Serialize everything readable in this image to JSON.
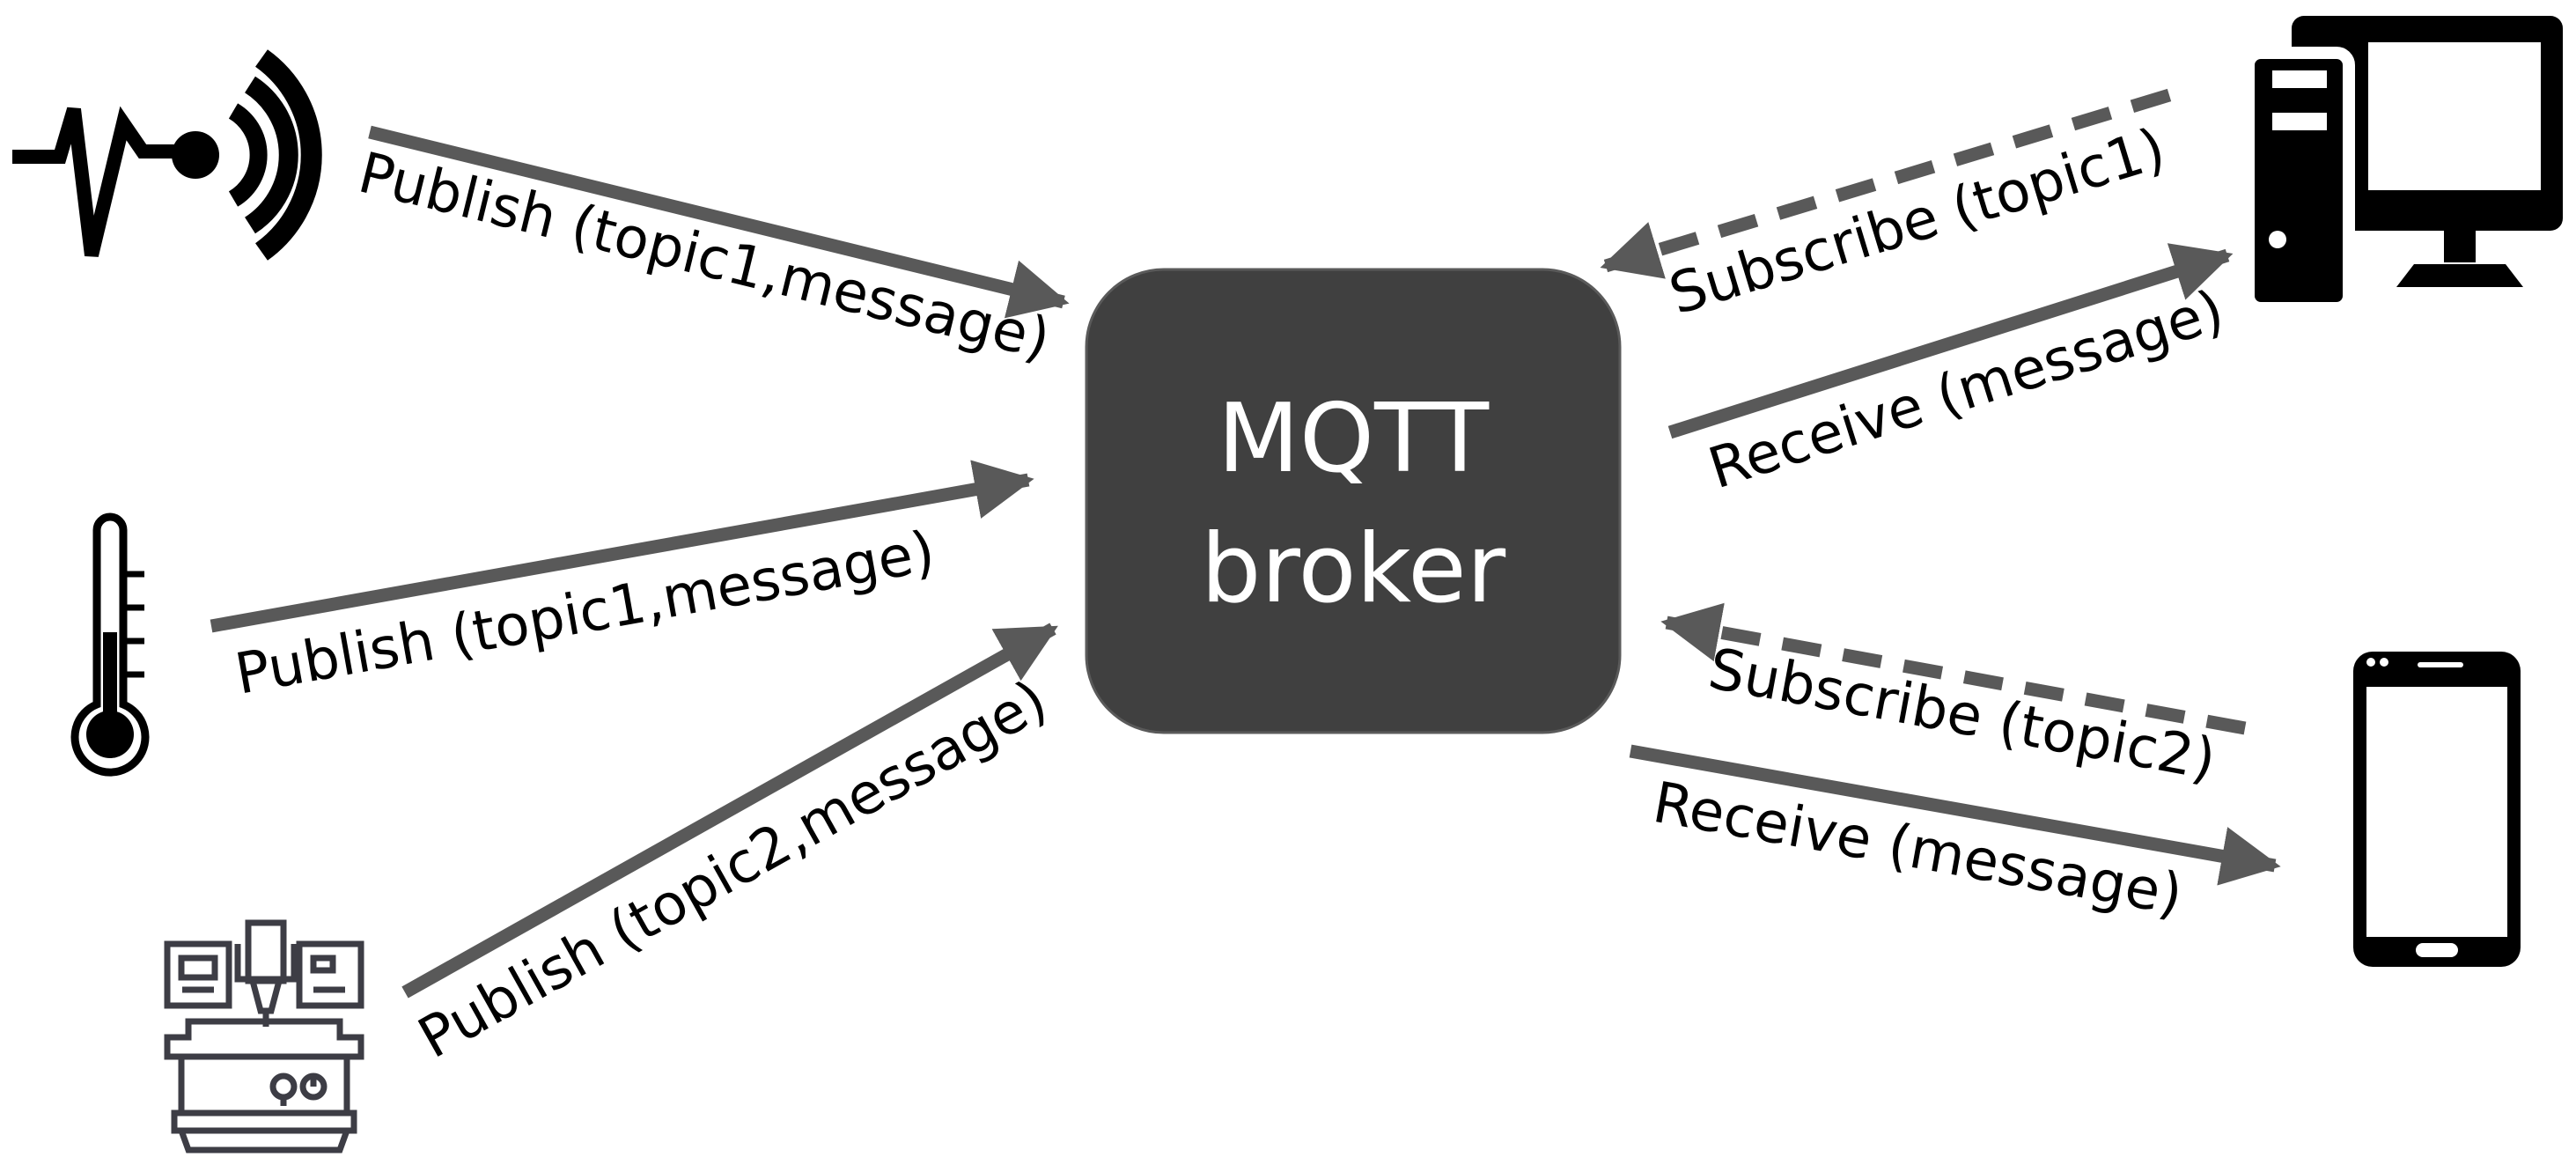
{
  "broker": {
    "line1": "MQTT",
    "line2": "broker"
  },
  "arrows": [
    {
      "id": "publish-sensor",
      "label": "Publish (topic1,message)",
      "style": "solid"
    },
    {
      "id": "publish-thermometer",
      "label": "Publish (topic1,message)",
      "style": "solid"
    },
    {
      "id": "publish-machine",
      "label": "Publish (topic2,message)",
      "style": "solid"
    },
    {
      "id": "subscribe-computer",
      "label": "Subscribe (topic1)",
      "style": "dashed"
    },
    {
      "id": "receive-computer",
      "label": "Receive (message)",
      "style": "solid"
    },
    {
      "id": "subscribe-phone",
      "label": "Subscribe (topic2)",
      "style": "dashed"
    },
    {
      "id": "receive-phone",
      "label": "Receive (message)",
      "style": "solid"
    }
  ],
  "nodes": [
    {
      "id": "wireless-sensor",
      "icon": "wireless-sensor-icon"
    },
    {
      "id": "thermometer",
      "icon": "thermometer-icon"
    },
    {
      "id": "industrial-machine",
      "icon": "cnc-machine-icon"
    },
    {
      "id": "desktop-computer",
      "icon": "desktop-computer-icon"
    },
    {
      "id": "smartphone",
      "icon": "smartphone-icon"
    }
  ],
  "colors": {
    "broker_fill": "#404040",
    "arrow": "#595959",
    "icon": "#000000",
    "machine_icon": "#3d3d45"
  }
}
